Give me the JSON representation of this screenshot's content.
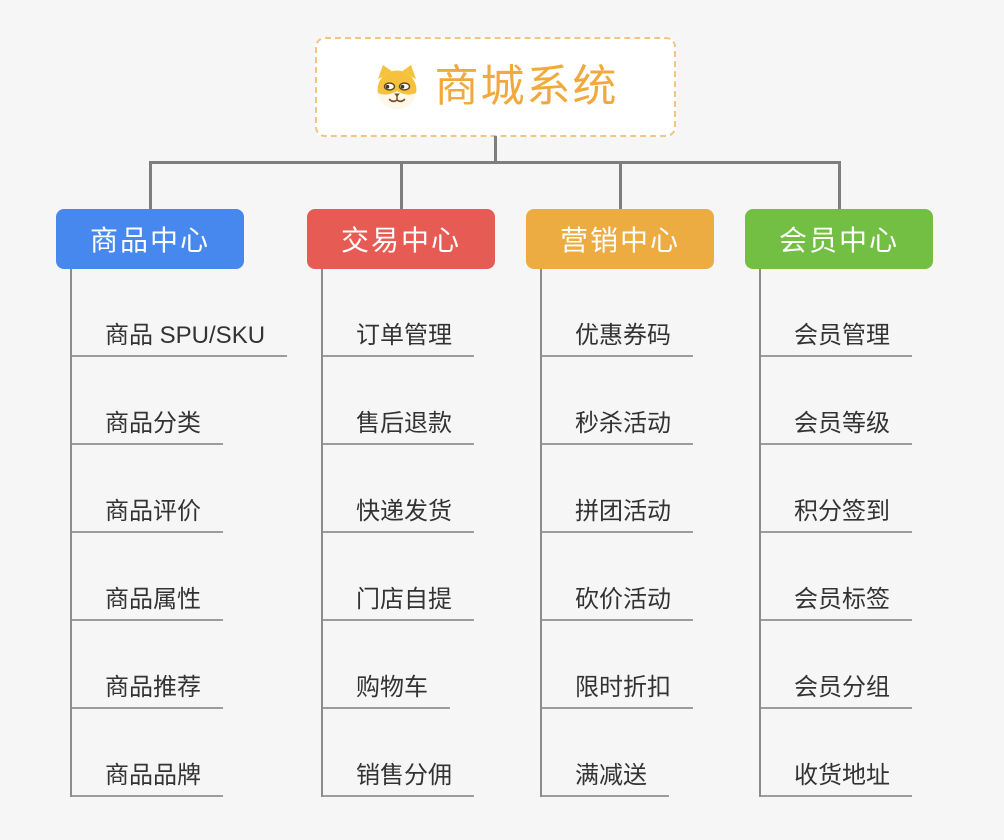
{
  "root": {
    "label": "商城系统",
    "icon": "dog-face-icon",
    "text_color": "#f0a93c",
    "border_color": "#f2c583"
  },
  "colors": {
    "background": "#f6f6f6",
    "connector_gray": "#7e7e7e",
    "trunk_gray": "#8c8c8c",
    "underline_gray": "#9c9c9c",
    "leaf_text": "#333333"
  },
  "branches": [
    {
      "label": "商品中心",
      "color": "#4788ef",
      "children": [
        "商品 SPU/SKU",
        "商品分类",
        "商品评价",
        "商品属性",
        "商品推荐",
        "商品品牌"
      ]
    },
    {
      "label": "交易中心",
      "color": "#e65c55",
      "children": [
        "订单管理",
        "售后退款",
        "快递发货",
        "门店自提",
        "购物车",
        "销售分佣"
      ]
    },
    {
      "label": "营销中心",
      "color": "#ecac41",
      "children": [
        "优惠券码",
        "秒杀活动",
        "拼团活动",
        "砍价活动",
        "限时折扣",
        "满减送"
      ]
    },
    {
      "label": "会员中心",
      "color": "#72bf43",
      "children": [
        "会员管理",
        "会员等级",
        "积分签到",
        "会员标签",
        "会员分组",
        "收货地址"
      ]
    }
  ]
}
